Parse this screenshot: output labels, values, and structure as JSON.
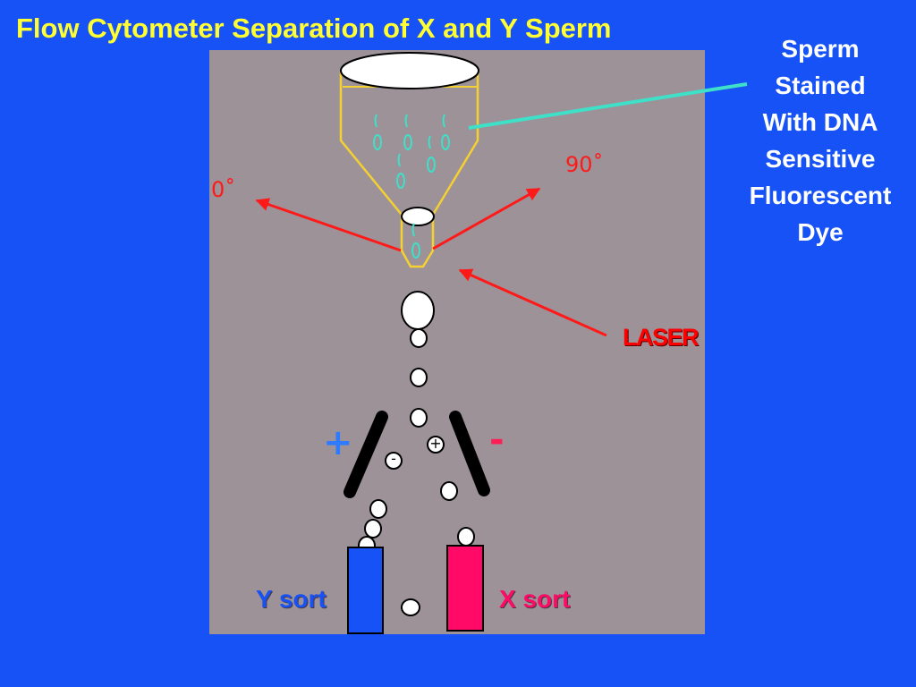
{
  "title": "Flow Cytometer Separation of X and Y Sperm",
  "callout_lines": [
    "Sperm",
    "Stained",
    "With DNA",
    "Sensitive",
    "Fluorescent",
    "Dye"
  ],
  "angle_0": "0˚",
  "angle_90": "90˚",
  "laser_label": "LASER",
  "plus_sign": "+",
  "minus_sign": "-",
  "droplet_plus": "+",
  "droplet_minus": "-",
  "y_sort_label": "Y sort",
  "x_sort_label": "X sort",
  "colors": {
    "background": "#1652f5",
    "panel": "#9c9298",
    "title": "#ffff33",
    "funnel_outline": "#f5d033",
    "sperm": "#3fe0c8",
    "arrow": "#ff1a1a",
    "y_sort": "#1652f5",
    "x_sort": "#ff0a66",
    "plus_sign": "#2f7bff",
    "minus_sign": "#ff1e55"
  }
}
